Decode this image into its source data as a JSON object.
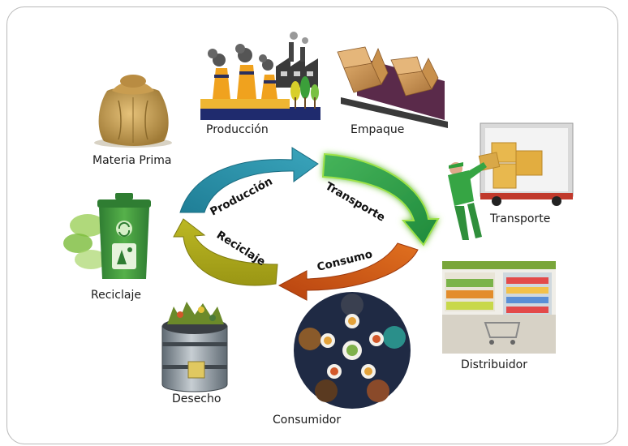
{
  "stages": {
    "materia_prima": "Materia Prima",
    "produccion": "Producción",
    "empaque": "Empaque",
    "transporte": "Transporte",
    "distribuidor": "Distribuidor",
    "consumidor": "Consumidor",
    "desecho": "Desecho",
    "reciclaje": "Reciclaje"
  },
  "arrows": {
    "produccion": "Producción",
    "transporte": "Transporte",
    "consumo": "Consumo",
    "reciclaje": "Reciclaje"
  },
  "colors": {
    "arrow_produccion": "#2a8fa6",
    "arrow_transporte": "#2ea04a",
    "arrow_consumo": "#d2581a",
    "arrow_reciclaje": "#a7a417"
  }
}
